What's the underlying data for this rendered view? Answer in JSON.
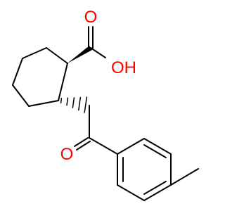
{
  "molecule": {
    "atoms": {
      "carbonyl_oxygen_acid": "O",
      "hydroxyl": "OH",
      "ketone_oxygen": "O"
    },
    "colors": {
      "bond": "#000000",
      "oxygen": "#ff0000"
    }
  }
}
